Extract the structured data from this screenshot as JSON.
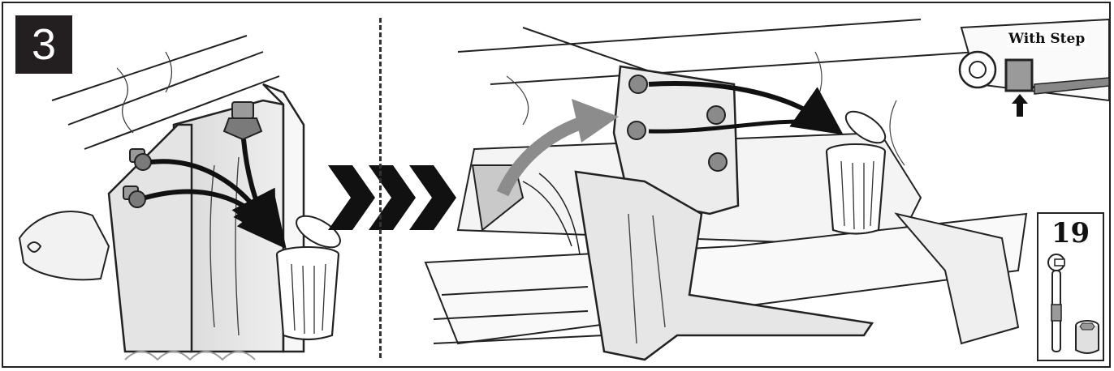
{
  "step": {
    "number": "3"
  },
  "inset": {
    "variant_label": "With Step"
  },
  "tool": {
    "size": "19"
  },
  "icons": [
    "bolt-icon",
    "arrow-icon",
    "trash-bin-icon",
    "chevron-right-icon",
    "wrench-icon",
    "socket-icon",
    "up-arrow-icon"
  ]
}
